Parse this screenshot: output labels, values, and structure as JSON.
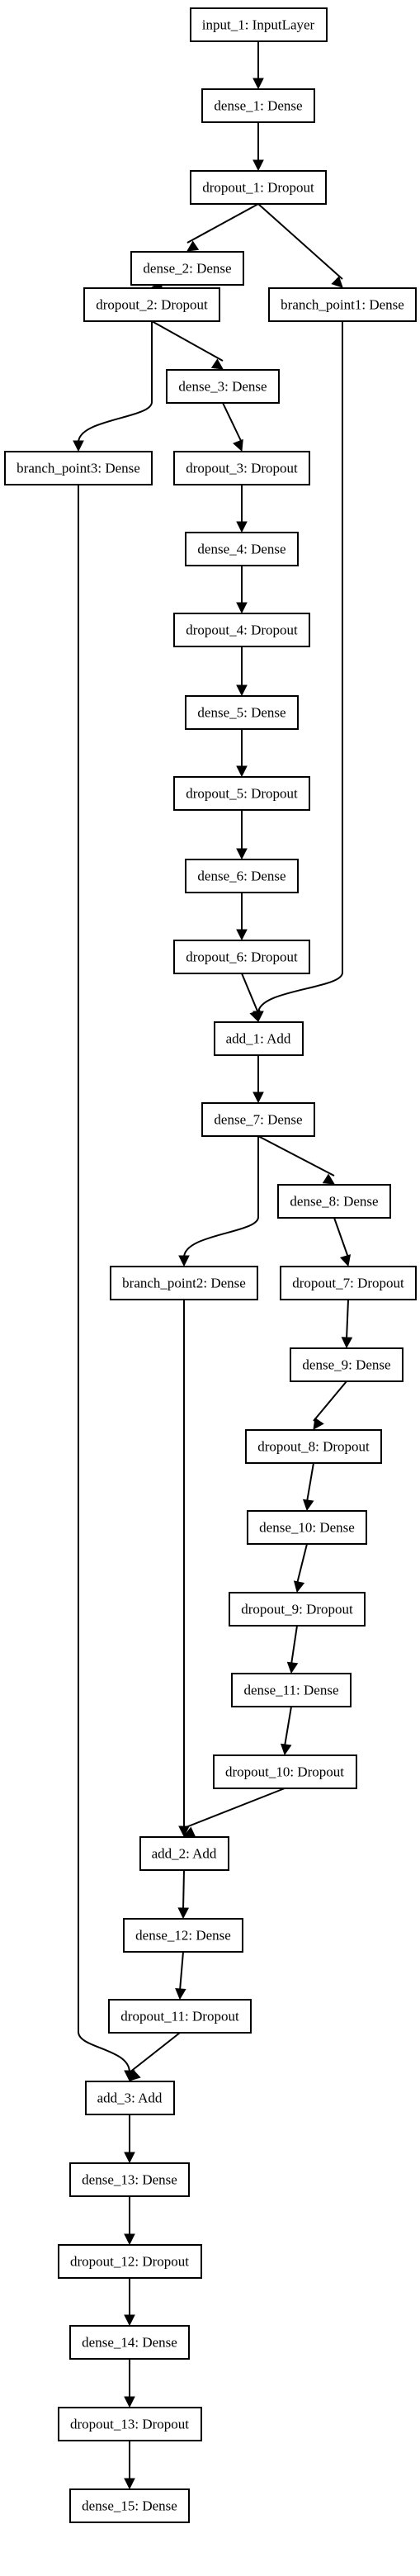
{
  "diagram": {
    "nodes": [
      {
        "id": "input_1",
        "label": "input_1: InputLayer"
      },
      {
        "id": "dense_1",
        "label": "dense_1: Dense"
      },
      {
        "id": "dropout_1",
        "label": "dropout_1: Dropout"
      },
      {
        "id": "dense_2",
        "label": "dense_2: Dense"
      },
      {
        "id": "branch_point1",
        "label": "branch_point1: Dense"
      },
      {
        "id": "dropout_2",
        "label": "dropout_2: Dropout"
      },
      {
        "id": "dense_3",
        "label": "dense_3: Dense"
      },
      {
        "id": "branch_point3",
        "label": "branch_point3: Dense"
      },
      {
        "id": "dropout_3",
        "label": "dropout_3: Dropout"
      },
      {
        "id": "dense_4",
        "label": "dense_4: Dense"
      },
      {
        "id": "dropout_4",
        "label": "dropout_4: Dropout"
      },
      {
        "id": "dense_5",
        "label": "dense_5: Dense"
      },
      {
        "id": "dropout_5",
        "label": "dropout_5: Dropout"
      },
      {
        "id": "dense_6",
        "label": "dense_6: Dense"
      },
      {
        "id": "dropout_6",
        "label": "dropout_6: Dropout"
      },
      {
        "id": "add_1",
        "label": "add_1: Add"
      },
      {
        "id": "dense_7",
        "label": "dense_7: Dense"
      },
      {
        "id": "dense_8",
        "label": "dense_8: Dense"
      },
      {
        "id": "branch_point2",
        "label": "branch_point2: Dense"
      },
      {
        "id": "dropout_7",
        "label": "dropout_7: Dropout"
      },
      {
        "id": "dense_9",
        "label": "dense_9: Dense"
      },
      {
        "id": "dropout_8",
        "label": "dropout_8: Dropout"
      },
      {
        "id": "dense_10",
        "label": "dense_10: Dense"
      },
      {
        "id": "dropout_9",
        "label": "dropout_9: Dropout"
      },
      {
        "id": "dense_11",
        "label": "dense_11: Dense"
      },
      {
        "id": "dropout_10",
        "label": "dropout_10: Dropout"
      },
      {
        "id": "add_2",
        "label": "add_2: Add"
      },
      {
        "id": "dense_12",
        "label": "dense_12: Dense"
      },
      {
        "id": "dropout_11",
        "label": "dropout_11: Dropout"
      },
      {
        "id": "add_3",
        "label": "add_3: Add"
      },
      {
        "id": "dense_13",
        "label": "dense_13: Dense"
      },
      {
        "id": "dropout_12",
        "label": "dropout_12: Dropout"
      },
      {
        "id": "dense_14",
        "label": "dense_14: Dense"
      },
      {
        "id": "dropout_13",
        "label": "dropout_13: Dropout"
      },
      {
        "id": "dense_15",
        "label": "dense_15: Dense"
      }
    ],
    "edges": [
      {
        "from": "input_1",
        "to": "dense_1"
      },
      {
        "from": "dense_1",
        "to": "dropout_1"
      },
      {
        "from": "dropout_1",
        "to": "dense_2"
      },
      {
        "from": "dropout_1",
        "to": "branch_point1"
      },
      {
        "from": "dense_2",
        "to": "dropout_2"
      },
      {
        "from": "dropout_2",
        "to": "dense_3"
      },
      {
        "from": "dropout_2",
        "to": "branch_point3"
      },
      {
        "from": "dense_3",
        "to": "dropout_3"
      },
      {
        "from": "dropout_3",
        "to": "dense_4"
      },
      {
        "from": "dense_4",
        "to": "dropout_4"
      },
      {
        "from": "dropout_4",
        "to": "dense_5"
      },
      {
        "from": "dense_5",
        "to": "dropout_5"
      },
      {
        "from": "dropout_5",
        "to": "dense_6"
      },
      {
        "from": "dense_6",
        "to": "dropout_6"
      },
      {
        "from": "dropout_6",
        "to": "add_1"
      },
      {
        "from": "branch_point1",
        "to": "add_1"
      },
      {
        "from": "add_1",
        "to": "dense_7"
      },
      {
        "from": "dense_7",
        "to": "dense_8"
      },
      {
        "from": "dense_7",
        "to": "branch_point2"
      },
      {
        "from": "dense_8",
        "to": "dropout_7"
      },
      {
        "from": "dropout_7",
        "to": "dense_9"
      },
      {
        "from": "dense_9",
        "to": "dropout_8"
      },
      {
        "from": "dropout_8",
        "to": "dense_10"
      },
      {
        "from": "dense_10",
        "to": "dropout_9"
      },
      {
        "from": "dropout_9",
        "to": "dense_11"
      },
      {
        "from": "dense_11",
        "to": "dropout_10"
      },
      {
        "from": "dropout_10",
        "to": "add_2"
      },
      {
        "from": "branch_point2",
        "to": "add_2"
      },
      {
        "from": "add_2",
        "to": "dense_12"
      },
      {
        "from": "dense_12",
        "to": "dropout_11"
      },
      {
        "from": "dropout_11",
        "to": "add_3"
      },
      {
        "from": "branch_point3",
        "to": "add_3"
      },
      {
        "from": "add_3",
        "to": "dense_13"
      },
      {
        "from": "dense_13",
        "to": "dropout_12"
      },
      {
        "from": "dropout_12",
        "to": "dense_14"
      },
      {
        "from": "dense_14",
        "to": "dropout_13"
      },
      {
        "from": "dropout_13",
        "to": "dense_15"
      }
    ]
  }
}
